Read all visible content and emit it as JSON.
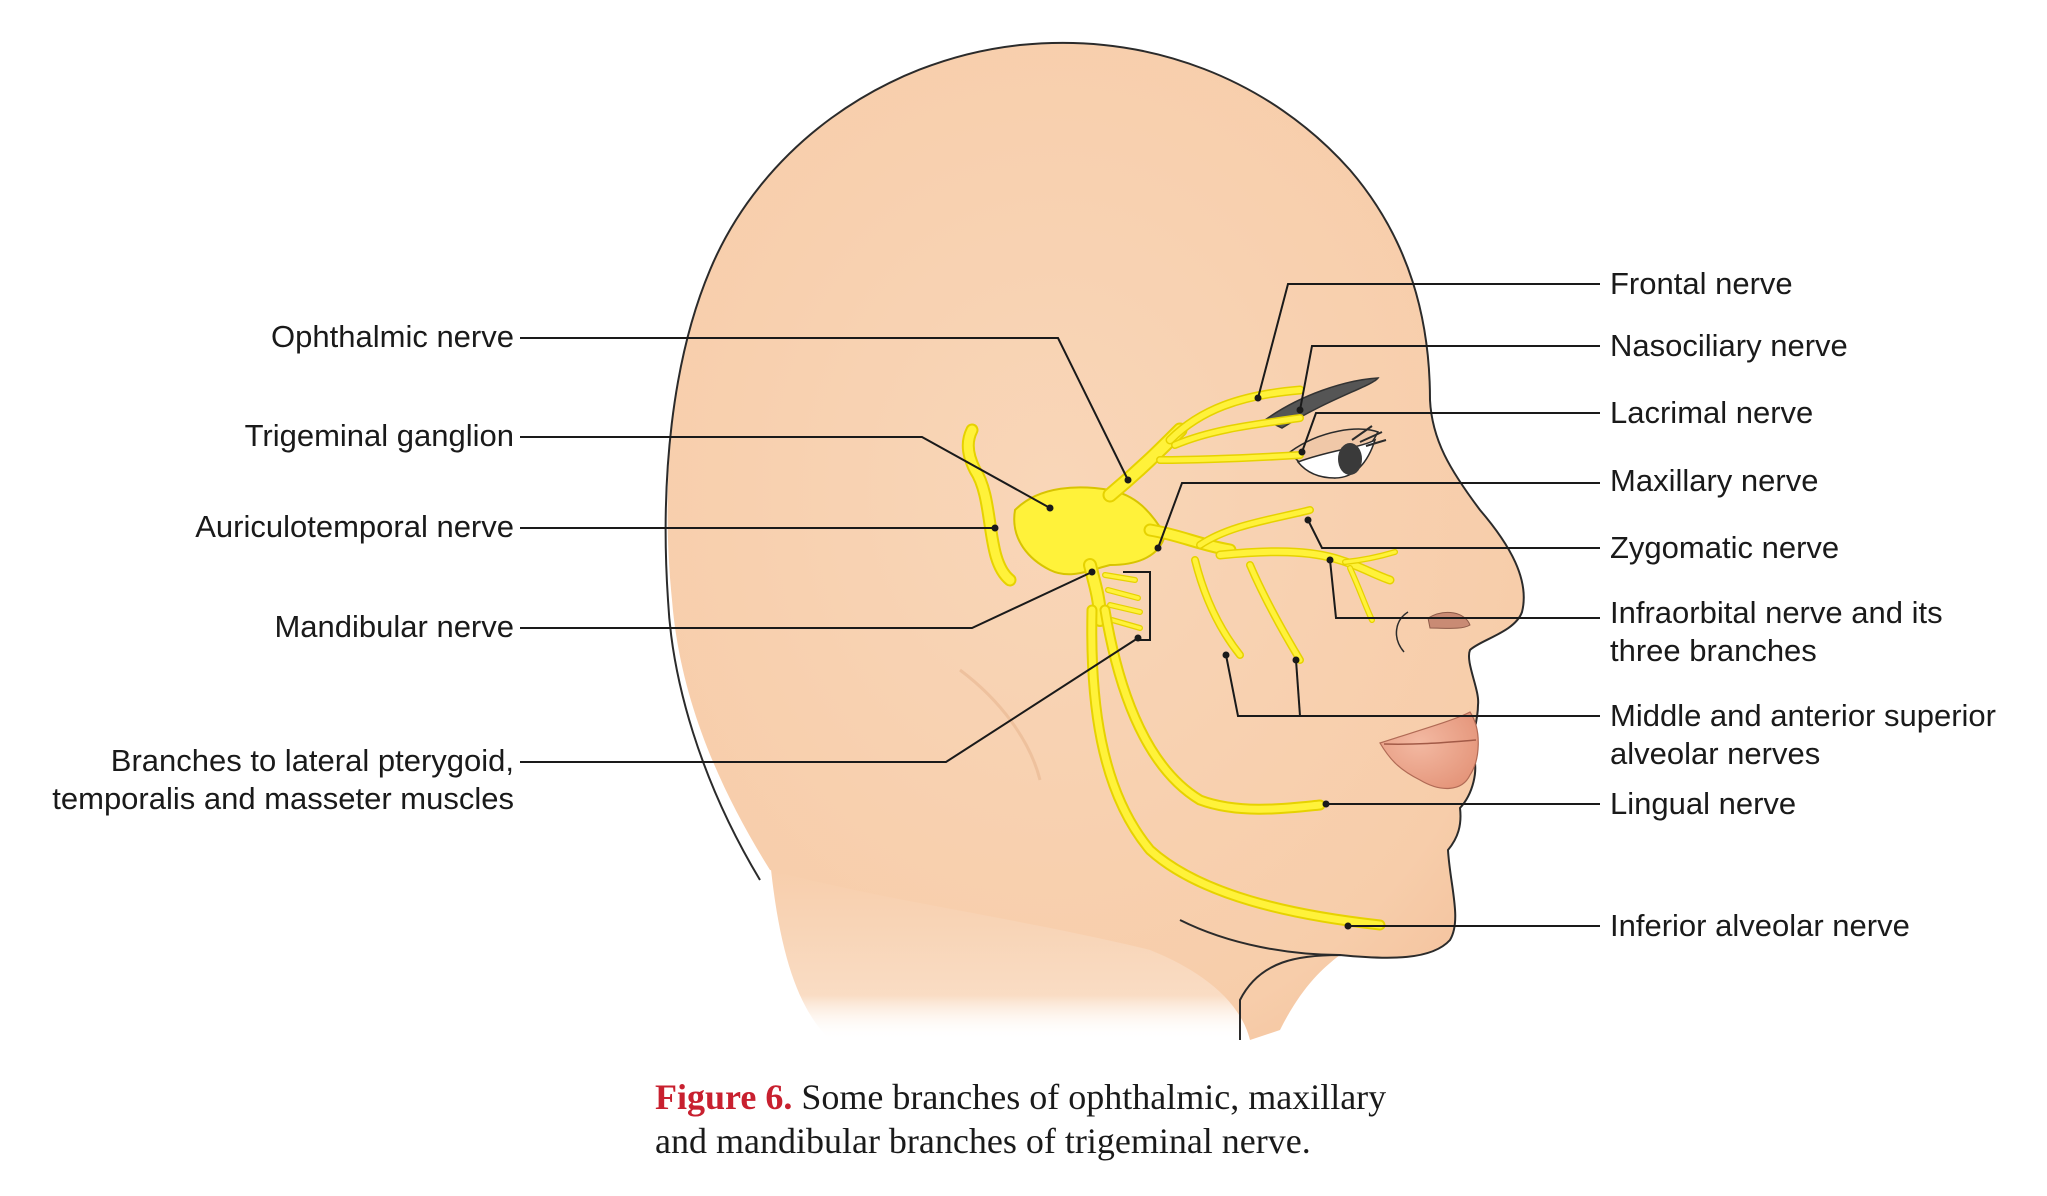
{
  "colors": {
    "skin": "#f7cdaa",
    "skin_outline": "#2b2b2b",
    "nerve": "#fff23a",
    "nerve_edge": "#d8c400",
    "leader": "#1a1a1a",
    "lips": "#eba58c",
    "caption_accent": "#c8202f"
  },
  "left_labels": [
    {
      "id": "ophthalmic",
      "lines": [
        "Ophthalmic nerve"
      ]
    },
    {
      "id": "trigeminal-ganglion",
      "lines": [
        "Trigeminal ganglion"
      ]
    },
    {
      "id": "auriculotemporal",
      "lines": [
        "Auriculotemporal nerve"
      ]
    },
    {
      "id": "mandibular",
      "lines": [
        "Mandibular nerve"
      ]
    },
    {
      "id": "pterygoid-branches",
      "lines": [
        "Branches to lateral pterygoid,",
        "temporalis and masseter muscles"
      ]
    }
  ],
  "right_labels": [
    {
      "id": "frontal",
      "lines": [
        "Frontal nerve"
      ]
    },
    {
      "id": "nasociliary",
      "lines": [
        "Nasociliary nerve"
      ]
    },
    {
      "id": "lacrimal",
      "lines": [
        "Lacrimal nerve"
      ]
    },
    {
      "id": "maxillary",
      "lines": [
        "Maxillary nerve"
      ]
    },
    {
      "id": "zygomatic",
      "lines": [
        "Zygomatic nerve"
      ]
    },
    {
      "id": "infraorbital",
      "lines": [
        "Infraorbital nerve and its",
        "three branches"
      ]
    },
    {
      "id": "alveolar-superior",
      "lines": [
        "Middle and anterior superior",
        "alveolar nerves"
      ]
    },
    {
      "id": "lingual",
      "lines": [
        "Lingual nerve"
      ]
    },
    {
      "id": "inferior-alveolar",
      "lines": [
        "Inferior alveolar nerve"
      ]
    }
  ],
  "caption": {
    "figure_number": "Figure 6.",
    "line1": " Some branches of ophthalmic, maxillary",
    "line2": "and mandibular branches of trigeminal nerve."
  }
}
